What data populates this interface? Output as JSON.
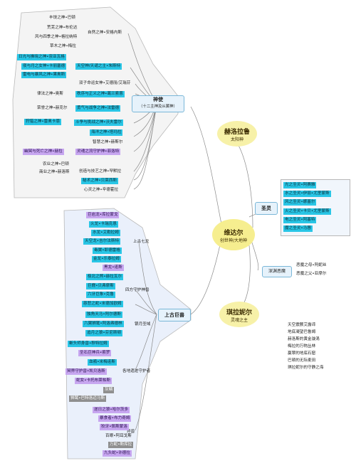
{
  "center": {
    "title": "维达尔",
    "subtitle": "创世神/大地神"
  },
  "helaluo": {
    "title": "赫洛拉鲁",
    "subtitle": "太阳神"
  },
  "qilanier": {
    "title": "琪拉妮尔",
    "subtitle": "灵魂之主"
  },
  "shenshi": {
    "title": "神使",
    "subtitle": "（十二主神及从属神）",
    "nature": "自然之神•安格内斯",
    "nature_children": [
      "丰饶之神•巴顿",
      "荒芜之神•布伦达",
      "风与四季之神•格拉纳特",
      "草木之神•梅拉"
    ],
    "light_group": [
      "日光与拂晓之神•奈亚瓦格",
      "夜与月之女神•卡丽塞德",
      "雷电与暴风之神•果奥斯"
    ],
    "sky": "天空神/天谴之主•朱斯特",
    "twins": "双子命运女神•艾德丽/艾瑞芬",
    "law_child": "律法之神•奥斯",
    "order": "秩序与正义之神•葛兰索恩",
    "glory_child": "荣誉之神•赫克尔",
    "courage": "勇气与战争之神•法雷德",
    "hunt_child": "狩猎之神•雷奥卡恩",
    "struggle": "斗争与挑战之神•沃夫雷尔",
    "sea": "海洋之神•塔玛拉",
    "wisdom": "智慧之神•赫斯尔",
    "death_child": "幽冥与死亡之神•赫拉",
    "soul_guard": "灵魂之流守护神•菲洛特",
    "agri_child": "农业之神•巴顿",
    "commerce_child": "商业之神•赫洛斯",
    "creation": "创造与技艺之神•罕默拉",
    "metal": "秘术之神•贝莱西斯",
    "mind": "心灵之神•辛德霍拉"
  },
  "shengling": {
    "title": "圣灵",
    "items": [
      "光之圣灵•阿赛雅",
      "水之圣灵•伊丽•尤里蒙斯",
      "风之圣灵•娜塞尔",
      "火之圣灵•卡贝•尤里蒙斯",
      "电之圣灵•阿塞特",
      "魔之圣灵•马蓉"
    ]
  },
  "abyss": {
    "title": "深渊恶魔",
    "items": [
      "恶魔之母•阿妮丝",
      "恶魔之父•亚摩尔"
    ]
  },
  "giants": {
    "title": "上古巨兽",
    "dragons_label": "上古七龙",
    "dragons": [
      "巨岩龙•库拉蒙戈",
      "火龙•卡瑞克恩",
      "水龙•艾勒拉姆",
      "天空龙•吉尔法斯特",
      "毒翼•耶德雷格",
      "金龙•乐泰拉姆",
      "黑龙•诺斯"
    ],
    "guardians_label": "四方守护神兽",
    "guardians": [
      "极北之熊•赫拉瓦尔",
      "巨鹿•贝弗摩斯",
      "六牙巨象•克鲁",
      "慈悲之蛇•米德加欧姆"
    ],
    "silver_label": "银月圣域",
    "silver": [
      "独角天马•阿尔德斯",
      "六翼狮鹫•阿洛弗德林",
      "追月之狼•芬尼斯顿"
    ],
    "regional_label": "各地遗迹守护者",
    "regional": [
      "蜥头师身兽•穆特拉姆",
      "圣石巨神兵•索罗",
      "血鹇•米梅诺斯",
      "冥界守护兽•凯贝洛斯",
      "蛇女•卡托布莱帕斯",
      "灰鳞",
      "狮鹫•巴特洛迈马斯"
    ],
    "strange_label": "异兽",
    "strange": [
      "遂日之狼•哈尔茨多",
      "暴食者•布力奇姆",
      "狡牙•佩斯蒙洛",
      "百眼•阿耳戈斯",
      "万蛇•斯库拉",
      "九头蛇•许德拉"
    ]
  },
  "poem": [
    "天空震颤艾露谛",
    "地底凝望巴鲁姆",
    "赫洛斯的黄金漩涡",
    "梅拉的万物丛林",
    "赢翠的地底石窟",
    "巴顿的无际麦田",
    "琪拉妮尔的守静之海"
  ]
}
